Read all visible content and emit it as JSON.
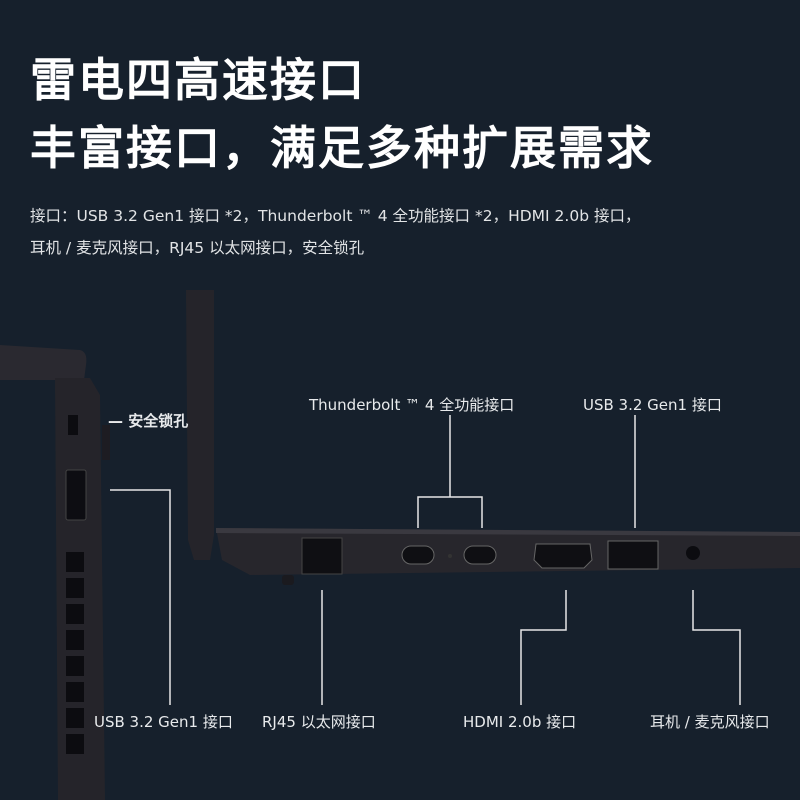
{
  "headline": {
    "line1": "雷电四高速接口",
    "line2": "丰富接口，满足多种扩展需求"
  },
  "description": {
    "line1": "接口：USB 3.2 Gen1 接口 *2，Thunderbolt ™ 4 全功能接口 *2，HDMI 2.0b 接口，",
    "line2": "耳机 / 麦克风接口，RJ45 以太网接口，安全锁孔"
  },
  "callouts": {
    "security_lock": "— 安全锁孔",
    "thunderbolt": "Thunderbolt ™ 4 全功能接口",
    "usb_right": "USB 3.2 Gen1 接口",
    "usb_left": "USB 3.2 Gen1 接口",
    "rj45": "RJ45 以太网接口",
    "hdmi": "HDMI 2.0b 接口",
    "audio": "耳机 / 麦克风接口"
  },
  "colors": {
    "background": "#16202c",
    "laptop_body": "#26252b",
    "leader_lines": "#e6e6e6"
  }
}
